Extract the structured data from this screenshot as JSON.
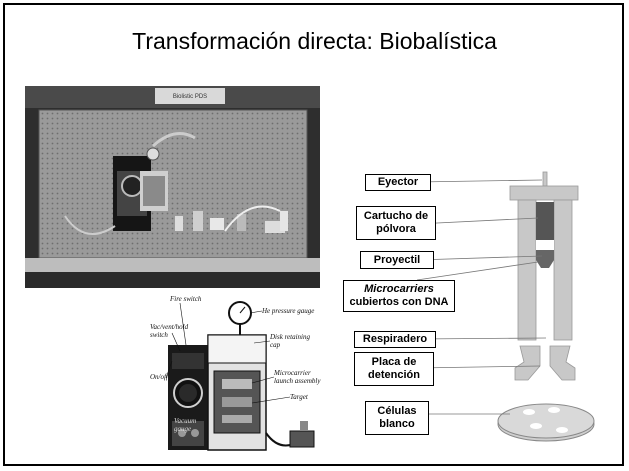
{
  "title": "Transformación directa: Biobalística",
  "labels": {
    "eyector": "Eyector",
    "cartucho_1": "Cartucho de",
    "cartucho_2": "pólvora",
    "proyectil": "Proyectil",
    "micro_1": "Microcarriers",
    "micro_2": "cubiertos con DNA",
    "respiradero": "Respiradero",
    "placa_1": "Placa de",
    "placa_2": "detención",
    "celulas_1": "Células",
    "celulas_2": "blanco"
  },
  "sketch_labels": {
    "fire_switch": "Fire switch",
    "he_pressure": "He pressure gauge",
    "vac_switch_1": "Vac/vent/hold",
    "vac_switch_2": "switch",
    "disk_1": "Disk retaining",
    "disk_2": "cap",
    "onoff": "On/off",
    "micro_1": "Microcarrier",
    "micro_2": "launch assembly",
    "target": "Target",
    "vacuum_1": "Vacuum",
    "vacuum_2": "gauge"
  },
  "photo_sign": "Biolistic PDS"
}
